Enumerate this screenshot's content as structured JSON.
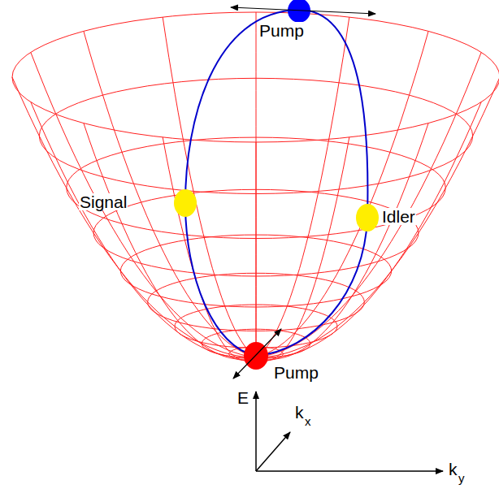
{
  "diagram": {
    "labels": [
      "Pump",
      "Signal",
      "Idler",
      "Pump",
      "E",
      "k",
      "x",
      "k",
      "y"
    ]
  }
}
